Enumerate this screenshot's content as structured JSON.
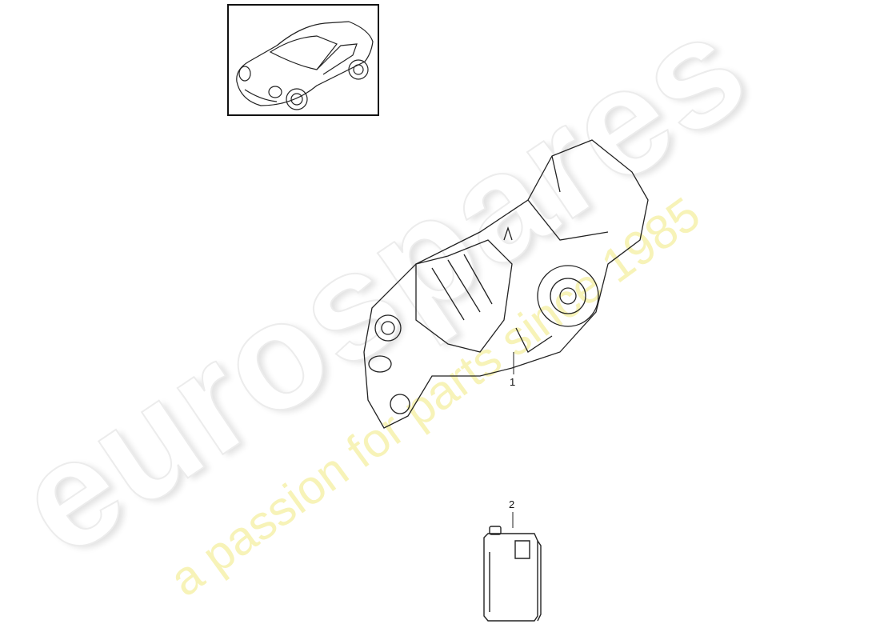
{
  "watermark": {
    "brand": "eurospares",
    "tagline": "a passion for parts since 1985",
    "brand_color": "#ececec",
    "tagline_color": "#f7f3b8"
  },
  "thumbnail": {
    "icon": "car-icon"
  },
  "parts": [
    {
      "callout": "1",
      "icon": "transmission-icon"
    },
    {
      "callout": "2",
      "icon": "oil-canister-icon"
    }
  ]
}
